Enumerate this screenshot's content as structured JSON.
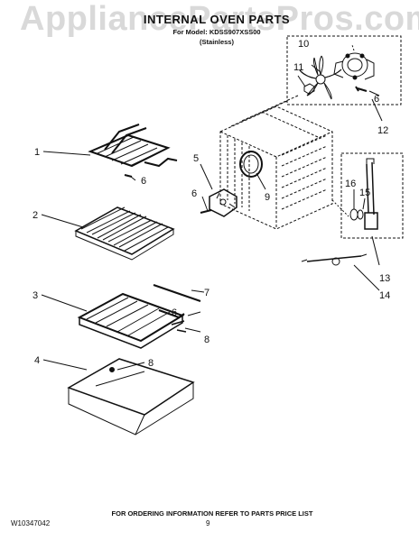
{
  "watermark": "AppliancePartsPros.com",
  "header": {
    "title": "INTERNAL OVEN PARTS",
    "model_line": "For Model: KDSS907XSS00",
    "finish": "(Stainless)"
  },
  "callouts": {
    "c1": "1",
    "c2": "2",
    "c3": "3",
    "c4": "4",
    "c5": "5",
    "c6a": "6",
    "c6b": "6",
    "c6c": "6",
    "c6d": "6",
    "c7": "7",
    "c8a": "8",
    "c8b": "8",
    "c9": "9",
    "c10": "10",
    "c11": "11",
    "c12": "12",
    "c13": "13",
    "c14": "14",
    "c15": "15",
    "c16": "16"
  },
  "footer": {
    "doc_number": "W10347042",
    "ordering_info": "FOR ORDERING INFORMATION REFER TO PARTS PRICE LIST",
    "page_number": "9"
  },
  "colors": {
    "ink": "#111111",
    "watermark": "#d9d9d9"
  }
}
